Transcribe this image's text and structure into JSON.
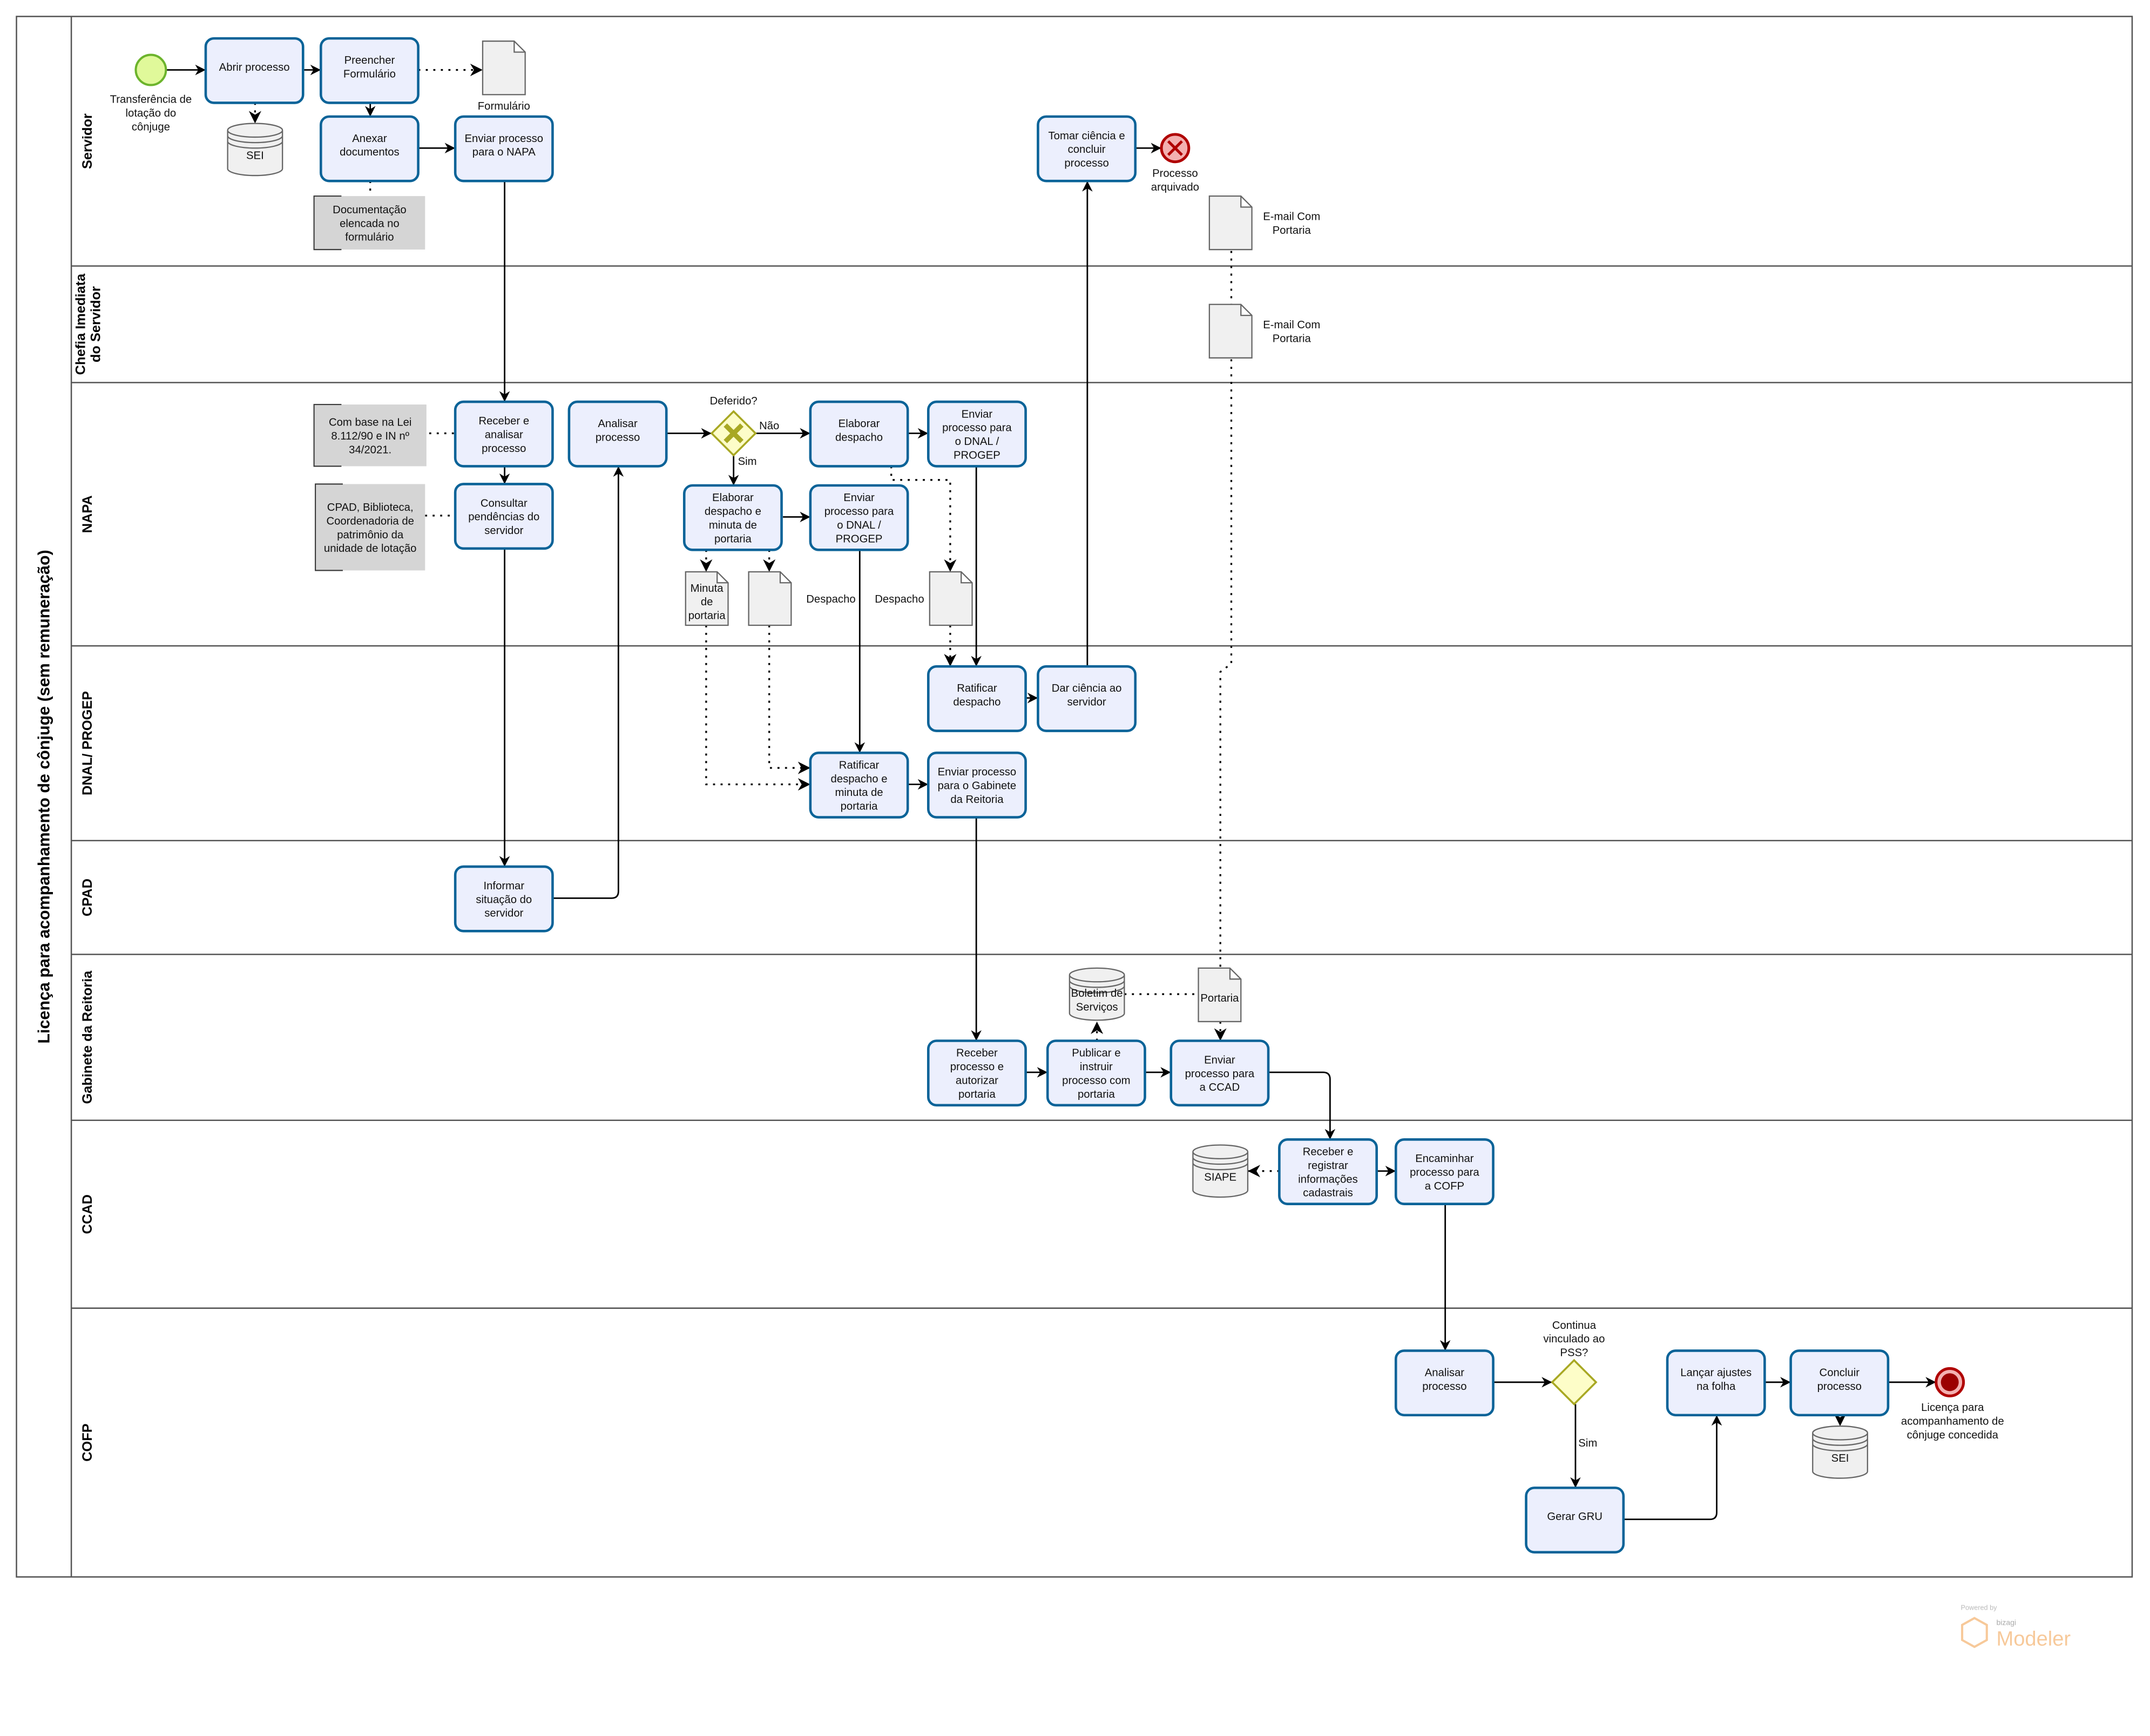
{
  "pool_title": "Licença para acompanhamento de cônjuge (sem remuneração)",
  "lanes": [
    "Servidor",
    [
      "Chefia Imediata",
      "do Servidor"
    ],
    "NAPA",
    "DNAL/ PROGEP",
    "CPAD",
    "Gabinete da Reitoria",
    "CCAD",
    "COFP"
  ],
  "tasks": {
    "t1": [
      "Abrir processo"
    ],
    "t2": [
      "Preencher",
      "Formulário"
    ],
    "t3": [
      "Anexar",
      "documentos"
    ],
    "t4": [
      "Enviar processo",
      "para o NAPA"
    ],
    "t5": [
      "Tomar ciência e",
      "concluir",
      "processo"
    ],
    "t6": [
      "Receber e",
      "analisar",
      "processo"
    ],
    "t7": [
      "Consultar",
      "pendências do",
      "servidor"
    ],
    "t8": [
      "Analisar",
      "processo"
    ],
    "t9": [
      "Elaborar",
      "despacho"
    ],
    "t10": [
      "Enviar",
      "processo para",
      "o DNAL /",
      "PROGEP"
    ],
    "t11": [
      "Elaborar",
      "despacho e",
      "minuta de",
      "portaria"
    ],
    "t12": [
      "Enviar",
      "processo para",
      "o DNAL /",
      "PROGEP"
    ],
    "t13": [
      "Ratificar",
      "despacho"
    ],
    "t14": [
      "Dar ciência ao",
      "servidor"
    ],
    "t15": [
      "Ratificar",
      "despacho e",
      "minuta de",
      "portaria"
    ],
    "t16": [
      "Enviar processo",
      "para o Gabinete",
      "da Reitoria"
    ],
    "t17": [
      "Informar",
      "situação do",
      "servidor"
    ],
    "t18": [
      "Receber",
      "processo e",
      "autorizar",
      "portaria"
    ],
    "t19": [
      "Publicar e",
      "instruir",
      "processo com",
      "portaria"
    ],
    "t20": [
      "Enviar",
      "processo para",
      "a CCAD"
    ],
    "t21": [
      "Receber e",
      "registrar",
      "informações",
      "cadastrais"
    ],
    "t22": [
      "Encaminhar",
      "processo para",
      "a COFP"
    ],
    "t23": [
      "Analisar",
      "processo"
    ],
    "t24": [
      "Lançar ajustes",
      "na folha"
    ],
    "t25": [
      "Concluir",
      "processo"
    ],
    "t26": [
      "Gerar GRU"
    ]
  },
  "events": {
    "start": [
      "Transferência de",
      "lotação do",
      "cônjuge"
    ],
    "error_end": [
      "Processo",
      "arquivado"
    ],
    "end": [
      "Licença para",
      "acompanhamento de",
      "cônjuge concedida"
    ]
  },
  "gateways": {
    "g1": [
      "Deferido?"
    ],
    "g2": [
      "Continua",
      "vinculado ao",
      "PSS?"
    ]
  },
  "flow_labels": {
    "nao": "Não",
    "sim1": "Sim",
    "sim2": "Sim"
  },
  "documents": {
    "d1": [
      "Formulário"
    ],
    "d2": [
      "E-mail Com",
      "Portaria"
    ],
    "d3": [
      "E-mail Com",
      "Portaria"
    ],
    "d4": [
      "Minuta",
      "de",
      "portaria"
    ],
    "d5": [
      "Despacho"
    ],
    "d6": [
      "Despacho"
    ],
    "d7": [
      "Portaria"
    ]
  },
  "datastores": {
    "s1": [
      "SEI"
    ],
    "s2": [
      "SIAPE"
    ],
    "s3": [
      "Boletim de",
      "Serviços"
    ],
    "s4": [
      "SEI"
    ]
  },
  "annotations": {
    "a1": [
      "Documentação",
      "elencada no",
      "formulário"
    ],
    "a2": [
      "Com base na Lei",
      "8.112/90 e IN nº",
      "34/2021."
    ],
    "a3": [
      "CPAD, Biblioteca,",
      "Coordenadoria de",
      "patrimônio da",
      "unidade de lotação"
    ]
  },
  "branding": {
    "powered_by": "Powered by",
    "vendor": "bizagi",
    "product": "Modeler"
  },
  "colors": {
    "task_fill": "#eceffd",
    "task_stroke": "#0a6398",
    "start": "#e0f99a",
    "end": "#9b0000",
    "gateway": "#fdfdc8"
  }
}
